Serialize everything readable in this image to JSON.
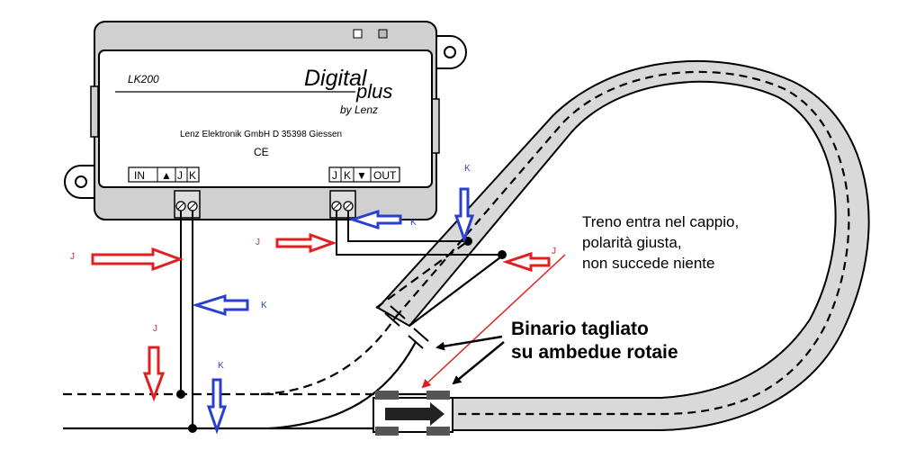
{
  "device": {
    "model": "LK200",
    "brand_line1": "Digital",
    "brand_line2": "plus",
    "brand_line3": "by Lenz",
    "manufacturer": "Lenz Elektronik GmbH  D 35398 Giessen",
    "ce_mark": "CE",
    "left_terminals": [
      "IN",
      "▲",
      "J",
      "K"
    ],
    "right_terminals": [
      "J",
      "K",
      "▼",
      "OUT"
    ]
  },
  "annotations": {
    "note_line1": "Treno entra nel cappio,",
    "note_line2": "polarità giusta,",
    "note_line3": "non succede niente",
    "cut_line1": "Binario tagliato",
    "cut_line2": "su ambedue rotaie"
  },
  "arrow_labels": {
    "j_left": "J",
    "j_mid": "J",
    "j_down": "J",
    "j_right": "J",
    "k_left": "K",
    "k_term": "K",
    "k_top": "K",
    "k_down": "K"
  },
  "colors": {
    "j_polarity": "#e02020",
    "k_polarity": "#2a3fd0",
    "track_fill": "#d9d9d9",
    "device_fill": "#d0d0d0"
  }
}
